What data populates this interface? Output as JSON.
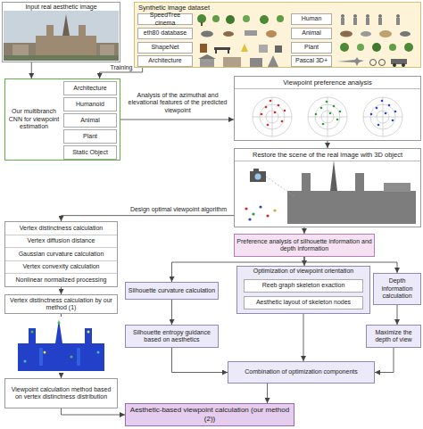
{
  "diagram": {
    "nodes": [
      {
        "text": [
          "Input real aesthetic image"
        ]
      },
      {
        "text": [
          "Synthetic image dataset"
        ]
      },
      {
        "text": [
          "SpeedTree cinema"
        ],
        "in": 1
      },
      {
        "text": [
          "Human"
        ],
        "in": 1
      },
      {
        "text": [
          "eth80 database"
        ],
        "in": 1
      },
      {
        "text": [
          "Animal"
        ],
        "in": 1
      },
      {
        "text": [
          "ShapeNet"
        ],
        "in": 1
      },
      {
        "text": [
          "Plant"
        ],
        "in": 1
      },
      {
        "text": [
          "Architecture"
        ],
        "in": 1
      },
      {
        "text": [
          "Pascal 3D+"
        ],
        "in": 1
      },
      {
        "text": [
          "Our multibranch CNN for viewpoint estimation"
        ]
      },
      {
        "text": [
          "Architecture"
        ],
        "in": 10
      },
      {
        "text": [
          "Humanoid"
        ],
        "in": 10
      },
      {
        "text": [
          "Animal"
        ],
        "in": 10
      },
      {
        "text": [
          "Plant"
        ],
        "in": 10
      },
      {
        "text": [
          "Static Object"
        ],
        "in": 10
      },
      {
        "text": [
          "Viewpoint preference analysis"
        ]
      },
      {
        "text": [
          "Restore the scene of the real image with 3D object"
        ]
      },
      {
        "text": [
          "Vertex distinctness calculation",
          "Vertex diffusion distance",
          "Gaussian curvature calculation",
          "Vertex convexity calculation",
          "Nonlinear normalized processing"
        ]
      },
      {
        "text": [
          "Preference analysis of silhouette information and depth information"
        ]
      },
      {
        "text": [
          "Silhouette curvature calculation"
        ]
      },
      {
        "text": [
          "Optimization of viewpoint orientation"
        ]
      },
      {
        "text": [
          "Reeb graph skeleton exaction"
        ],
        "in": 21
      },
      {
        "text": [
          "Aesthetic layout of skeleton nodes"
        ],
        "in": 21
      },
      {
        "text": [
          "Depth information calculation"
        ]
      },
      {
        "text": [
          "Vertex distinctness calculation by our method (1)"
        ]
      },
      {
        "text": [
          "Silhouette entropy guidance based on aesthetics"
        ]
      },
      {
        "text": [
          "Maximize the depth of view"
        ]
      },
      {
        "text": [
          "Combination of optimization components"
        ]
      },
      {
        "text": [
          "Viewpoint calculation method based on vertex distinctness distribution"
        ]
      },
      {
        "text": [
          "Aesthetic-based viewpoint calculation (our method (2))"
        ]
      }
    ],
    "edges": [
      {
        "from": 0,
        "to": 10,
        "arrow": "to"
      },
      {
        "from": 1,
        "to": 10,
        "label": "Training",
        "arrow": "to"
      },
      {
        "from": 10,
        "to": 16,
        "label": "Analysis of the azimuthal and elevational features of the predicted viewpoint",
        "arrow": "to"
      },
      {
        "from": 16,
        "to": 17,
        "arrow": "to"
      },
      {
        "from": 17,
        "to": 18,
        "label": "Design optimal viewpoint algorithm",
        "arrow": "to"
      },
      {
        "from": 17,
        "to": 19,
        "arrow": "to"
      },
      {
        "from": 18,
        "to": 25,
        "arrow": "to"
      },
      {
        "from": 25,
        "to": 29,
        "arrow": "to"
      },
      {
        "from": 29,
        "to": 30,
        "arrow": "to"
      },
      {
        "from": 19,
        "to": 20,
        "arrow": "to"
      },
      {
        "from": 19,
        "to": 21,
        "arrow": "to"
      },
      {
        "from": 19,
        "to": 24,
        "arrow": "to"
      },
      {
        "from": 20,
        "to": 26,
        "arrow": "to"
      },
      {
        "from": 24,
        "to": 27,
        "arrow": "to"
      },
      {
        "from": 26,
        "to": 28,
        "arrow": "to"
      },
      {
        "from": 21,
        "to": 28,
        "arrow": "to"
      },
      {
        "from": 27,
        "to": 28,
        "arrow": "to"
      },
      {
        "from": 28,
        "to": 30,
        "arrow": "to"
      }
    ]
  }
}
